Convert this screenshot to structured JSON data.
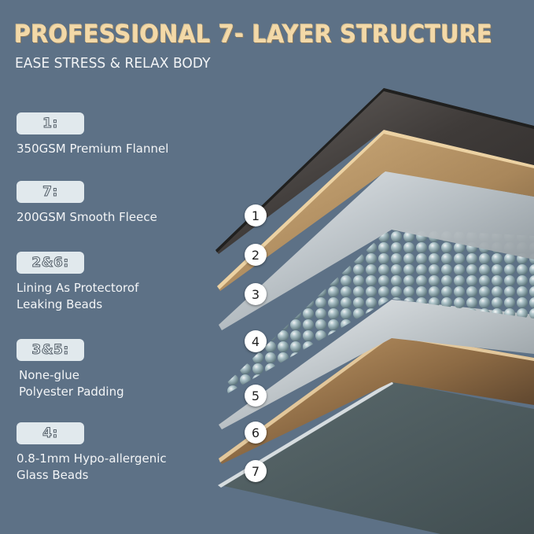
{
  "header": {
    "title": "PROFESSIONAL 7- LAYER STRUCTURE",
    "subtitle": "EASE STRESS & RELAX BODY"
  },
  "legend": [
    {
      "badge": "1:",
      "lines": [
        "350GSM Premium Flannel"
      ]
    },
    {
      "badge": "7:",
      "lines": [
        "200GSM Smooth Fleece"
      ]
    },
    {
      "badge": "2&6:",
      "lines": [
        "Lining As Protectorof",
        "Leaking Beads"
      ]
    },
    {
      "badge": "3&5:",
      "lines": [
        "None-glue",
        "Polyester Padding"
      ]
    },
    {
      "badge": "4:",
      "lines": [
        "0.8-1mm Hypo-allergenic",
        "Glass Beads"
      ]
    }
  ],
  "markers": [
    "1",
    "2",
    "3",
    "4",
    "5",
    "6",
    "7"
  ],
  "colors": {
    "background": "#5d7186",
    "title": "#f3d9a8",
    "badge_bg": "#e1e9ed",
    "flannel": "#4a4643",
    "lining": "#b89466",
    "padding": "#dde3e7",
    "beads": "#9fb6bc",
    "fleece": "#4e5c5f"
  }
}
